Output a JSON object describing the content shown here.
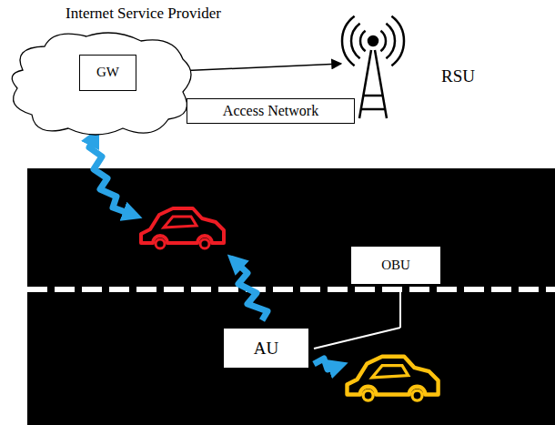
{
  "diagram": {
    "nodes": [
      {
        "text": [
          "Internet Service Provider"
        ]
      },
      {
        "text": [
          "GW"
        ],
        "in": 0
      },
      {
        "text": [
          "Access Network"
        ]
      },
      {
        "text": [
          "RSU"
        ]
      },
      {
        "text": [
          "OBU"
        ]
      },
      {
        "text": [
          "AU"
        ]
      }
    ],
    "edges": [
      {
        "from": 1,
        "to": 3,
        "arrow": "to"
      }
    ]
  }
}
